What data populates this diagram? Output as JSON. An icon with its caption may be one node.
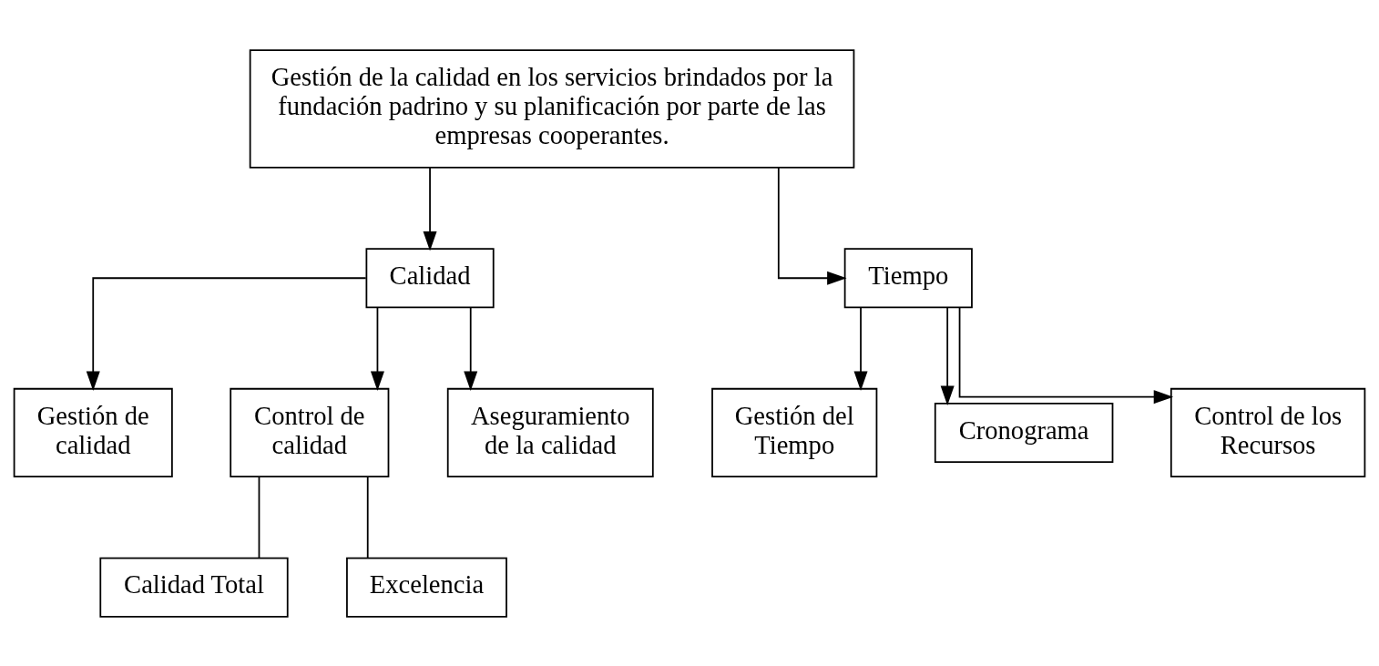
{
  "diagram": {
    "nodes": [
      {
        "text": [
          "Gestión de la calidad en los servicios brindados por la fundación padrino y su planificación por parte de las empresas cooperantes."
        ]
      },
      {
        "text": [
          "Calidad"
        ]
      },
      {
        "text": [
          "Tiempo"
        ]
      },
      {
        "text": [
          "Gestión de calidad"
        ]
      },
      {
        "text": [
          "Control de calidad"
        ]
      },
      {
        "text": [
          "Aseguramiento de la calidad"
        ]
      },
      {
        "text": [
          "Gestión del Tiempo"
        ]
      },
      {
        "text": [
          "Cronograma"
        ]
      },
      {
        "text": [
          "Control de los Recursos"
        ]
      },
      {
        "text": [
          "Calidad Total"
        ]
      },
      {
        "text": [
          "Excelencia"
        ]
      }
    ],
    "edges": [
      {
        "from": 0,
        "to": 1,
        "arrow": "to"
      },
      {
        "from": 0,
        "to": 2,
        "arrow": "to"
      },
      {
        "from": 1,
        "to": 3,
        "arrow": "to"
      },
      {
        "from": 1,
        "to": 4,
        "arrow": "to"
      },
      {
        "from": 1,
        "to": 5,
        "arrow": "to"
      },
      {
        "from": 2,
        "to": 6,
        "arrow": "to"
      },
      {
        "from": 2,
        "to": 7,
        "arrow": "to"
      },
      {
        "from": 2,
        "to": 8,
        "arrow": "to"
      },
      {
        "from": 4,
        "to": 9,
        "arrow": "none"
      },
      {
        "from": 4,
        "to": 10,
        "arrow": "none"
      }
    ]
  }
}
